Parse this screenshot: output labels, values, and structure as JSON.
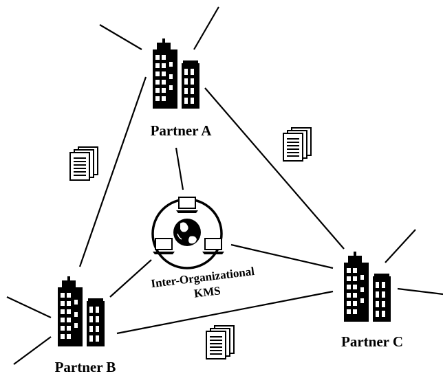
{
  "partners": {
    "a": {
      "label": "Partner A"
    },
    "b": {
      "label": "Partner B"
    },
    "c": {
      "label": "Partner C"
    }
  },
  "kms": {
    "line1": "Inter-Organizational",
    "line2": "KMS"
  }
}
